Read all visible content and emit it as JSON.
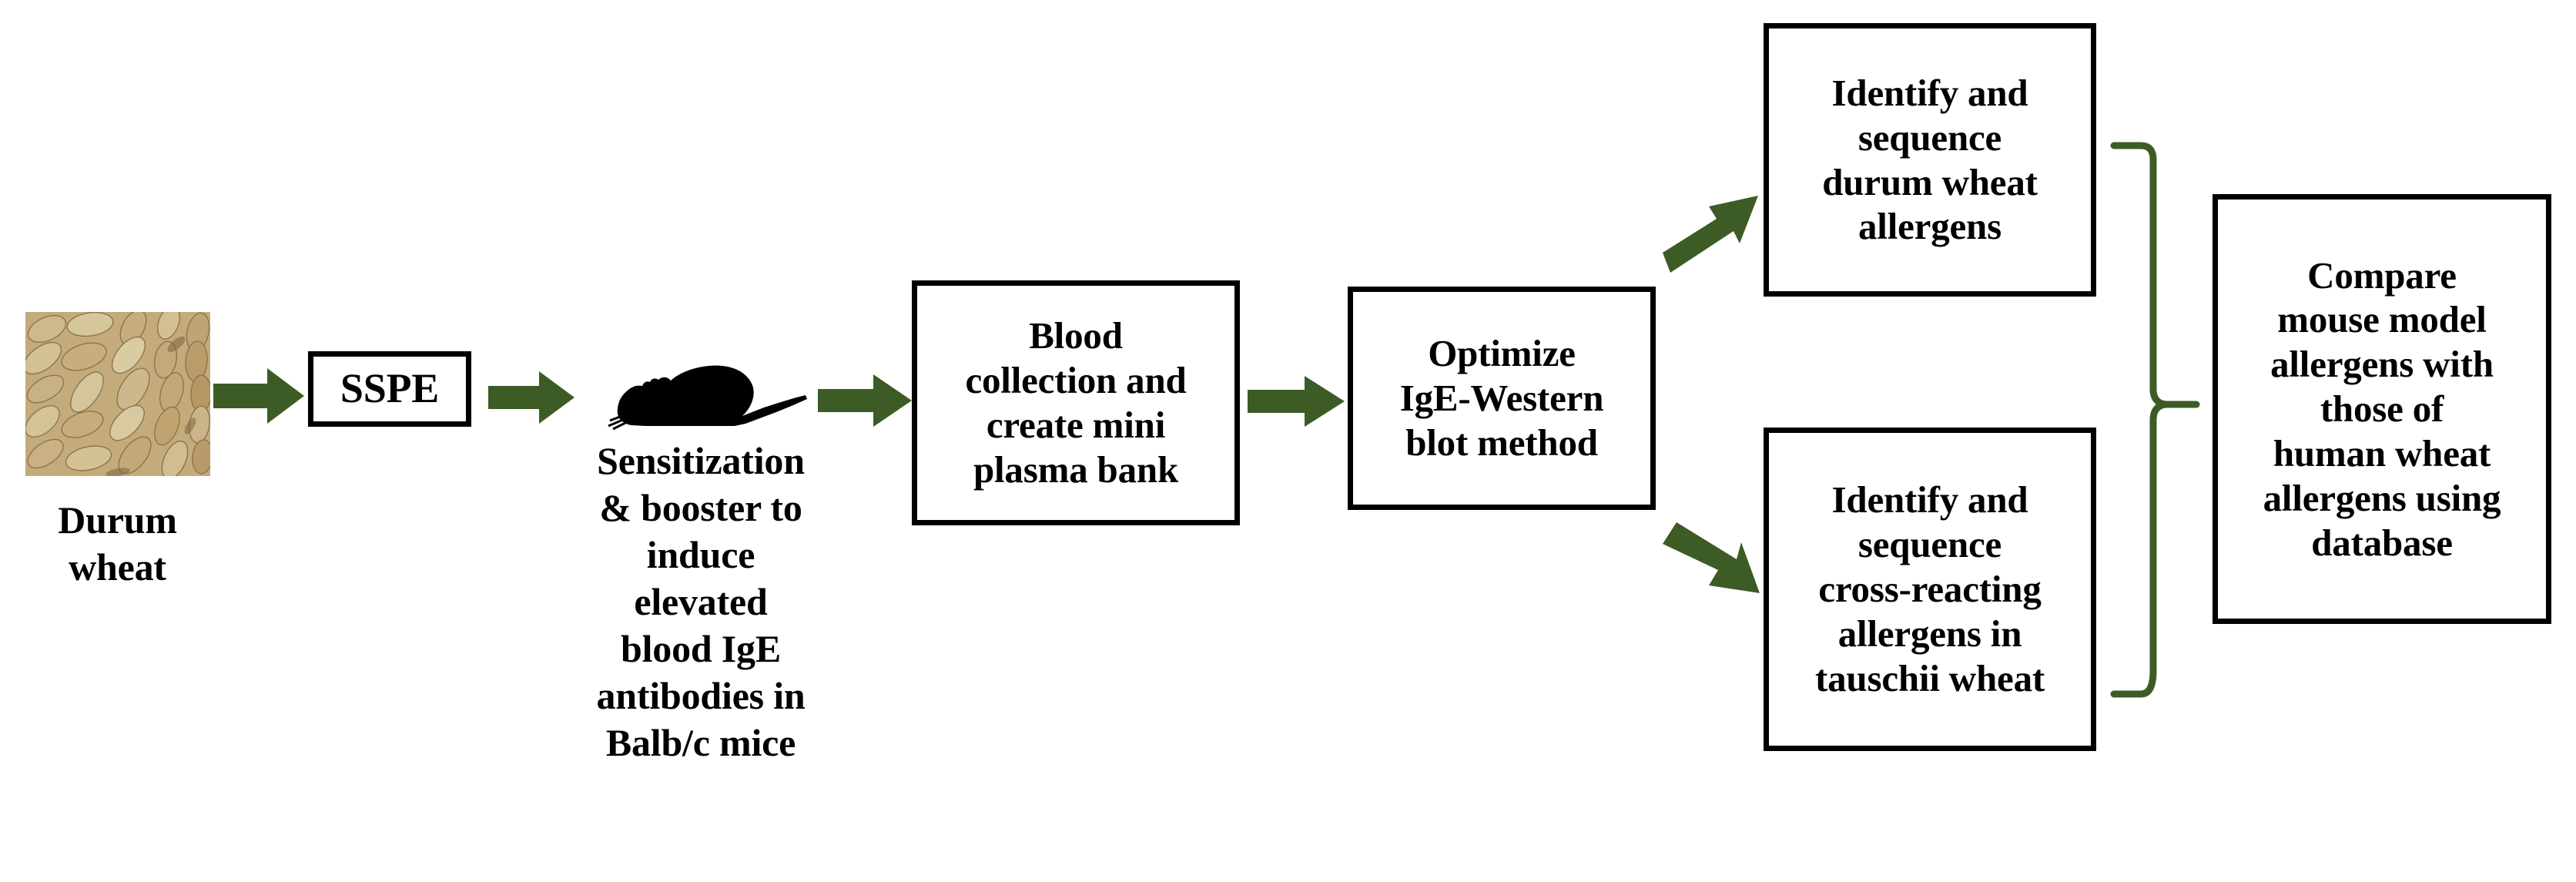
{
  "diagram": {
    "title": "Durum wheat allergen mouse model workflow",
    "accent_color": "#3d5c25",
    "box_border_color": "#000000",
    "text_color": "#000000",
    "background_color": "#ffffff",
    "wheat_image": {
      "name": "durum-wheat-grains-photo",
      "grain_color": "#c9b482",
      "grain_shadow_color": "#9c8456",
      "grain_highlight_color": "#ded0a6"
    },
    "nodes": [
      {
        "id": "durum-wheat",
        "label": "Durum\nwheat",
        "kind": "image-caption"
      },
      {
        "id": "sspe",
        "label": "SSPE",
        "kind": "box"
      },
      {
        "id": "mouse-sensitization",
        "label": "Sensitization\n& booster to\ninduce\nelevated\nblood IgE\nantibodies in\nBalb/c mice",
        "kind": "icon-caption",
        "icon": "mouse-silhouette-icon"
      },
      {
        "id": "blood-collection",
        "label": "Blood\ncollection and\ncreate mini\nplasma bank",
        "kind": "box"
      },
      {
        "id": "optimize-western-blot",
        "label": "Optimize\nIgE-Western\nblot method",
        "kind": "box"
      },
      {
        "id": "identify-durum-allergens",
        "label": "Identify and\nsequence\ndurum wheat\nallergens",
        "kind": "box"
      },
      {
        "id": "identify-cross-reacting-allergens",
        "label": "Identify and\nsequence\ncross-reacting\nallergens in\ntauschii wheat",
        "kind": "box"
      },
      {
        "id": "compare-allergens",
        "label": "Compare\nmouse model\nallergens with\nthose of\nhuman wheat\nallergens using\ndatabase",
        "kind": "box"
      }
    ],
    "connectors": [
      {
        "id": "arrow-wheat-to-sspe",
        "type": "arrow-right"
      },
      {
        "id": "arrow-sspe-to-mouse",
        "type": "arrow-right"
      },
      {
        "id": "arrow-mouse-to-blood",
        "type": "arrow-right"
      },
      {
        "id": "arrow-blood-to-optimize",
        "type": "arrow-right"
      },
      {
        "id": "arrow-optimize-to-durum-allergens",
        "type": "arrow-up-right"
      },
      {
        "id": "arrow-optimize-to-cross-reacting",
        "type": "arrow-down-right"
      },
      {
        "id": "bracket-branches-to-compare",
        "type": "curly-brace-right"
      }
    ]
  }
}
